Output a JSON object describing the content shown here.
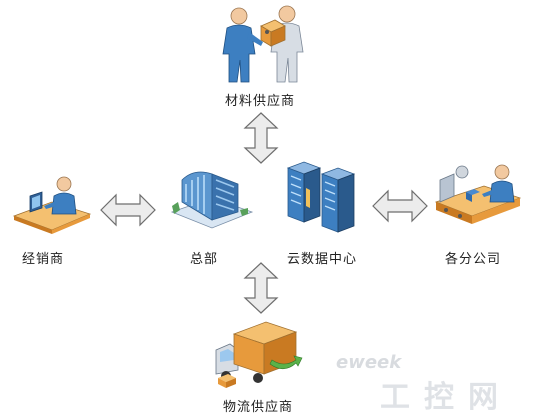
{
  "nodes": {
    "supplier": {
      "label": "材料供应商",
      "icon": "handshake-people-icon"
    },
    "hq": {
      "label": "总部",
      "icon": "office-building-icon"
    },
    "cloud": {
      "label": "云数据中心",
      "icon": "server-racks-icon"
    },
    "dealer": {
      "label": "经销商",
      "icon": "person-at-desk-icon"
    },
    "branches": {
      "label": "各分公司",
      "icon": "factory-worker-icon"
    },
    "logistics": {
      "label": "物流供应商",
      "icon": "delivery-truck-icon"
    }
  },
  "watermark": {
    "brand": "eweek",
    "text": "工控网"
  },
  "colors": {
    "arrow_fill": "#ececec",
    "arrow_stroke": "#6e6e6e",
    "accent_blue": "#3d7fc1",
    "accent_orange": "#e79a3c"
  }
}
